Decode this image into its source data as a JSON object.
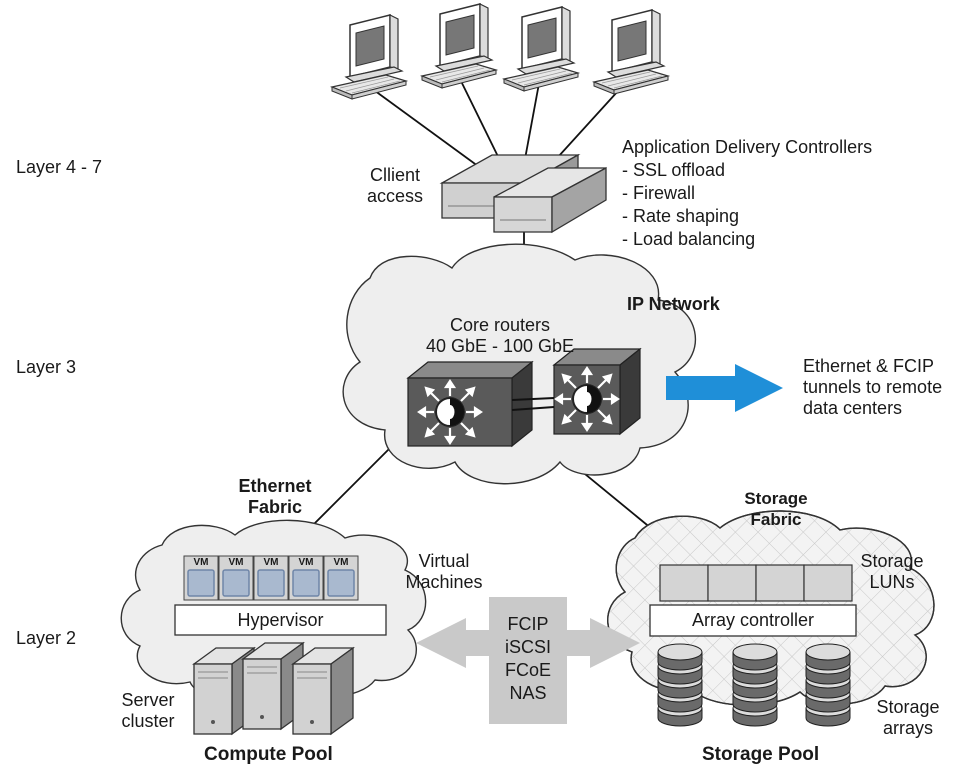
{
  "layers": {
    "l47": "Layer 4 - 7",
    "l3": "Layer 3",
    "l2": "Layer 2"
  },
  "client_access": [
    "Cllient",
    "access"
  ],
  "adc": {
    "title": "Application Delivery Controllers",
    "items": [
      "- SSL offload",
      "- Firewall",
      "- Rate shaping",
      "- Load balancing"
    ]
  },
  "ip_network": "IP Network",
  "core_routers": [
    "Core routers",
    "40 GbE - 100 GbE"
  ],
  "remote_tunnels": [
    "Ethernet & FCIP",
    "tunnels to remote",
    "data centers"
  ],
  "ethernet_fabric": [
    "Ethernet",
    "Fabric"
  ],
  "storage_fabric": [
    "Storage",
    "Fabric"
  ],
  "vm_label": "VM",
  "virtual_machines": [
    "Virtual",
    "Machines"
  ],
  "hypervisor": "Hypervisor",
  "server_cluster": [
    "Server",
    "cluster"
  ],
  "compute_pool": "Compute Pool",
  "protocols": [
    "FCIP",
    "iSCSI",
    "FCoE",
    "NAS"
  ],
  "storage_luns": [
    "Storage",
    "LUNs"
  ],
  "array_controller": "Array controller",
  "storage_arrays": [
    "Storage",
    "arrays"
  ],
  "storage_pool": "Storage Pool",
  "colors": {
    "arrow_blue": "#1f8fd8",
    "cloud_fill": "#eeeeee",
    "router_dark": "#555555",
    "protocol_box": "#c9c9c9"
  }
}
